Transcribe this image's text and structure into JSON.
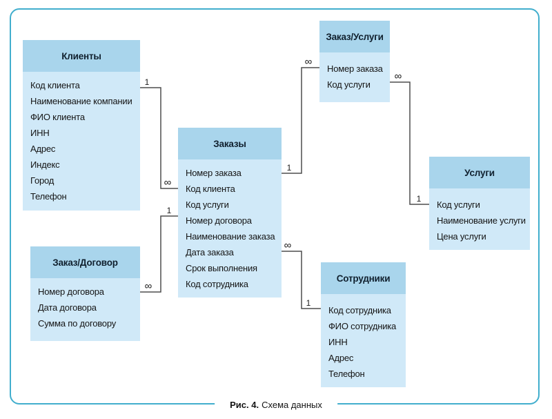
{
  "diagram": {
    "caption": {
      "label": "Рис. 4.",
      "text": "Схема данных"
    }
  },
  "entities": [
    {
      "title": "Клиенты",
      "fields": [
        "Код клиента",
        "Наименование компании",
        "ФИО клиента",
        "ИНН",
        "Адрес",
        "Индекс",
        "Город",
        "Телефон"
      ]
    },
    {
      "title": "Заказ/Договор",
      "fields": [
        "Номер договора",
        "Дата договора",
        "Сумма по договору"
      ]
    },
    {
      "title": "Заказы",
      "fields": [
        "Номер заказа",
        "Код клиента",
        "Код услуги",
        "Номер договора",
        "Наименование заказа",
        "Дата заказа",
        "Срок выполнения",
        "Код сотрудника"
      ]
    },
    {
      "title": "Заказ/Услуги",
      "fields": [
        "Номер заказа",
        "Код услуги"
      ]
    },
    {
      "title": "Сотрудники",
      "fields": [
        "Код сотрудника",
        "ФИО сотрудника",
        "ИНН",
        "Адрес",
        "Телефон"
      ]
    },
    {
      "title": "Услуги",
      "fields": [
        "Код услуги",
        "Наименование услуги",
        "Цена услуги"
      ]
    }
  ],
  "connections": [
    {
      "name": "clients-orders",
      "from": "Клиенты",
      "to": "Заказы",
      "from_card": "1",
      "to_card": "∞"
    },
    {
      "name": "orders-contract",
      "from": "Заказы",
      "to": "Заказ/Договор",
      "from_card": "1",
      "to_card": "∞"
    },
    {
      "name": "orders-orderservices",
      "from": "Заказы",
      "to": "Заказ/Услуги",
      "from_card": "1",
      "to_card": "∞"
    },
    {
      "name": "orders-employees",
      "from": "Заказы",
      "to": "Сотрудники",
      "from_card": "∞",
      "to_card": "1"
    },
    {
      "name": "orderservices-services",
      "from": "Заказ/Услуги",
      "to": "Услуги",
      "from_card": "∞",
      "to_card": "1"
    }
  ],
  "colors": {
    "frame_border": "#41aecd",
    "entity_header_bg": "#a9d5ec",
    "entity_body_bg": "#d0e9f8",
    "connector_line": "#4d4d4d",
    "text": "#141414"
  }
}
